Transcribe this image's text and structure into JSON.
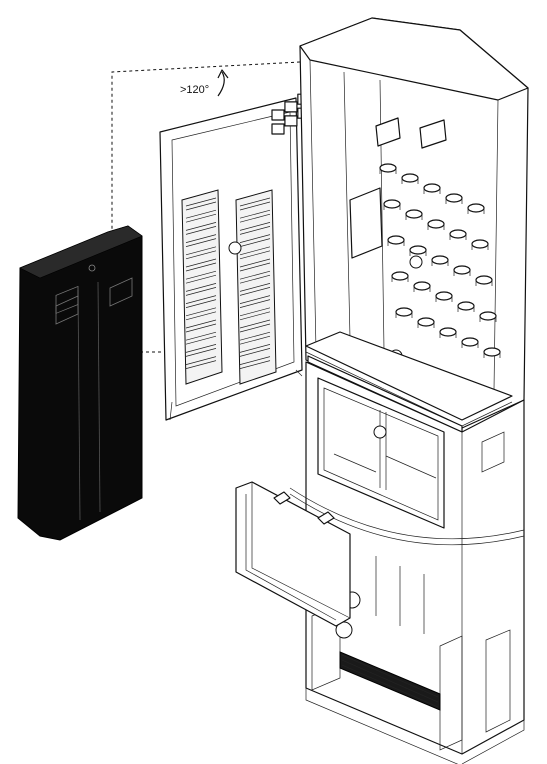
{
  "diagram": {
    "door_opening_label": ">120°",
    "colors": {
      "line": "#111111",
      "fill": "#ffffff",
      "cover": "#0a0a0a"
    },
    "grid": {
      "door_blocks_per_column": 14,
      "door_columns": 2,
      "frame_rows": 5,
      "frame_cols": 5
    }
  }
}
